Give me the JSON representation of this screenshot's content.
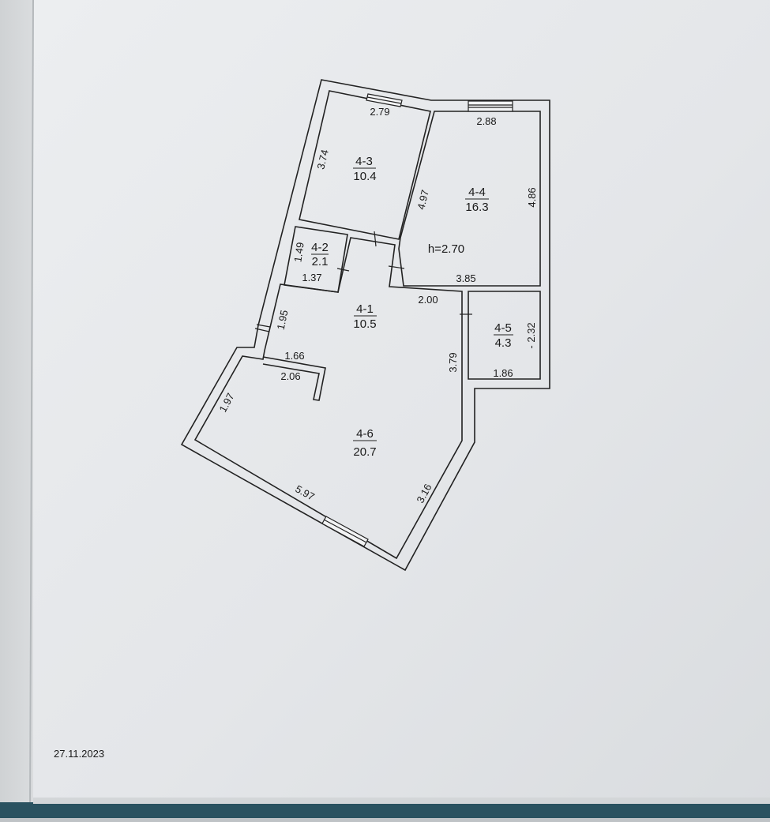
{
  "document": {
    "date": "27.11.2023",
    "ceiling_height": "h=2.70"
  },
  "rooms": {
    "r41": {
      "id": "4-1",
      "area": "10.5"
    },
    "r42": {
      "id": "4-2",
      "area": "2.1"
    },
    "r43": {
      "id": "4-3",
      "area": "10.4"
    },
    "r44": {
      "id": "4-4",
      "area": "16.3"
    },
    "r45": {
      "id": "4-5",
      "area": "4.3"
    },
    "r46": {
      "id": "4-6",
      "area": "20.7"
    }
  },
  "dimensions": {
    "d279": "2.79",
    "d374": "3.74",
    "d497": "4.97",
    "d288": "2.88",
    "d486": "4.86",
    "d385": "3.85",
    "d149": "1.49",
    "d137": "1.37",
    "d200": "2.00",
    "d195": "1.95",
    "d232": "- 2.32",
    "d186": "1.86",
    "d166": "1.66",
    "d206": "2.06",
    "d379": "3.79",
    "d197": "1.97",
    "d597": "5.97",
    "d316": "3.16"
  }
}
